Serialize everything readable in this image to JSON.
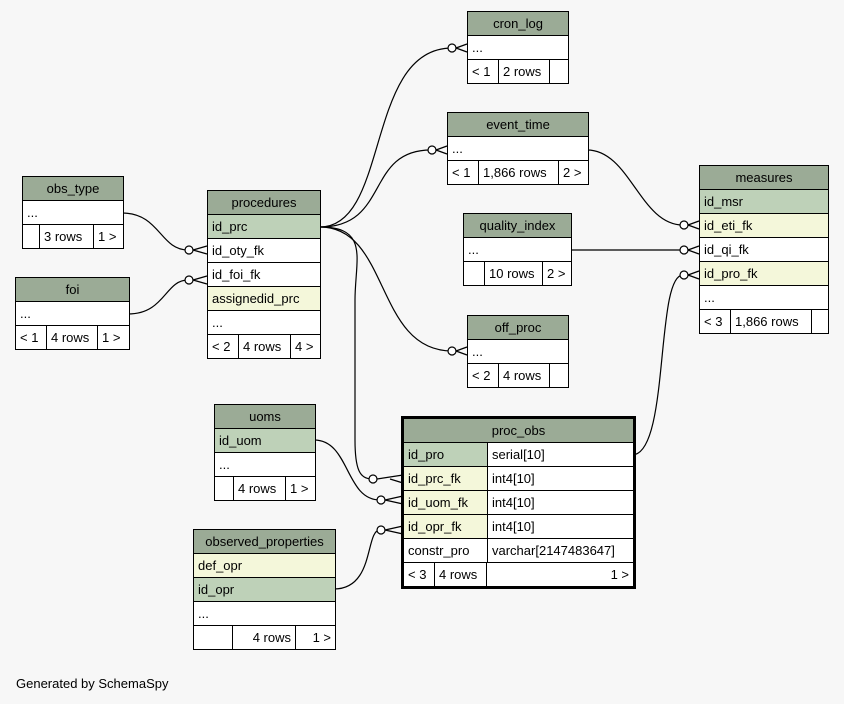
{
  "footer_text": "Generated by SchemaSpy",
  "colors": {
    "header": "#9bab96",
    "primary_key": "#bed1b8",
    "foreign_key": "#f4f7da",
    "background": "#f7f7f7"
  },
  "tables": {
    "cron_log": {
      "name": "cron_log",
      "rows": [
        "..."
      ],
      "footer": [
        "< 1",
        "2 rows",
        ""
      ]
    },
    "event_time": {
      "name": "event_time",
      "rows": [
        "..."
      ],
      "footer": [
        "< 1",
        "1,866 rows",
        "2 >"
      ]
    },
    "quality_index": {
      "name": "quality_index",
      "rows": [
        "..."
      ],
      "footer": [
        "",
        "10 rows",
        "2 >"
      ]
    },
    "off_proc": {
      "name": "off_proc",
      "rows": [
        "..."
      ],
      "footer": [
        "< 2",
        "4 rows",
        ""
      ]
    },
    "obs_type": {
      "name": "obs_type",
      "rows": [
        "..."
      ],
      "footer": [
        "",
        "3 rows",
        "1 >"
      ]
    },
    "foi": {
      "name": "foi",
      "rows": [
        "..."
      ],
      "footer": [
        "< 1",
        "4 rows",
        "1 >"
      ]
    },
    "procedures": {
      "name": "procedures",
      "rows": [
        "id_prc",
        "id_oty_fk",
        "id_foi_fk",
        "assignedid_prc",
        "..."
      ],
      "footer": [
        "< 2",
        "4 rows",
        "4 >"
      ]
    },
    "measures": {
      "name": "measures",
      "rows": [
        "id_msr",
        "id_eti_fk",
        "id_qi_fk",
        "id_pro_fk",
        "..."
      ],
      "footer": [
        "< 3",
        "1,866 rows",
        ""
      ]
    },
    "uoms": {
      "name": "uoms",
      "rows": [
        "id_uom",
        "..."
      ],
      "footer": [
        "",
        "4 rows",
        "1 >"
      ]
    },
    "observed_properties": {
      "name": "observed_properties",
      "rows": [
        "def_opr",
        "id_opr",
        "..."
      ],
      "footer": [
        "",
        "4 rows",
        "1 >"
      ]
    },
    "proc_obs": {
      "name": "proc_obs",
      "columns": [
        {
          "name": "id_pro",
          "type": "serial[10]"
        },
        {
          "name": "id_prc_fk",
          "type": "int4[10]"
        },
        {
          "name": "id_uom_fk",
          "type": "int4[10]"
        },
        {
          "name": "id_opr_fk",
          "type": "int4[10]"
        },
        {
          "name": "constr_pro",
          "type": "varchar[2147483647]"
        }
      ],
      "footer": [
        "< 3",
        "4 rows",
        "1 >"
      ]
    }
  }
}
